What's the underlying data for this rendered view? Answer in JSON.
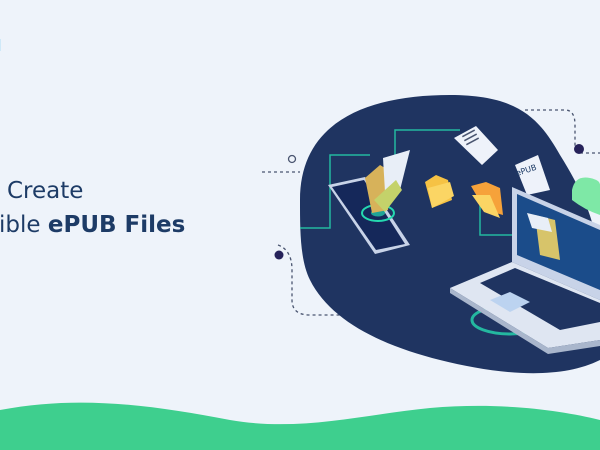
{
  "logo": {
    "text": "l"
  },
  "heading": {
    "line1": "Create",
    "line2_light": "tible",
    "line2_bold": "ePUB Files"
  },
  "illustration": {
    "document_label": "ePUB",
    "colors": {
      "background": "#eef3fa",
      "blob": "#1f3461",
      "accent": "#25d9b0",
      "wave": "#3ecf8e",
      "folder": "#f6c244",
      "text": "#1d3b66"
    }
  }
}
